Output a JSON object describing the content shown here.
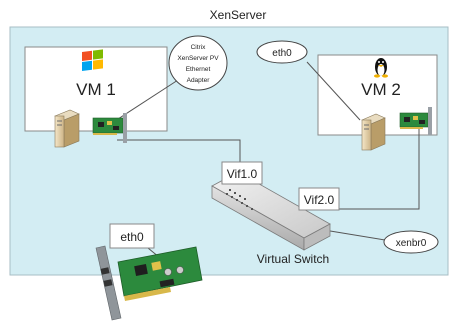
{
  "diagram": {
    "title": "XenServer",
    "vm1": {
      "label": "VM 1",
      "callout": [
        "Citrix",
        "XenServer PV",
        "Ethernet",
        "Adapter"
      ]
    },
    "vm2": {
      "label": "VM 2",
      "callout": "eth0"
    },
    "vif1": "Vif1.0",
    "vif2": "Vif2.0",
    "bridge": "xenbr0",
    "physical_nic": "eth0",
    "switch_label": "Virtual Switch"
  },
  "colors": {
    "host_bg": "#d3edf3",
    "host_border": "#a7bec5",
    "nic_board": "#2c8a3d",
    "bracket": "#9aa0a6",
    "switch_body": "#dcdcdc"
  },
  "icons": {
    "vm1_logo": "windows-logo-icon",
    "vm2_logo": "linux-tux-icon",
    "computer": "computer-tower-icon",
    "network_card": "network-card-icon",
    "switch": "network-switch-icon"
  }
}
